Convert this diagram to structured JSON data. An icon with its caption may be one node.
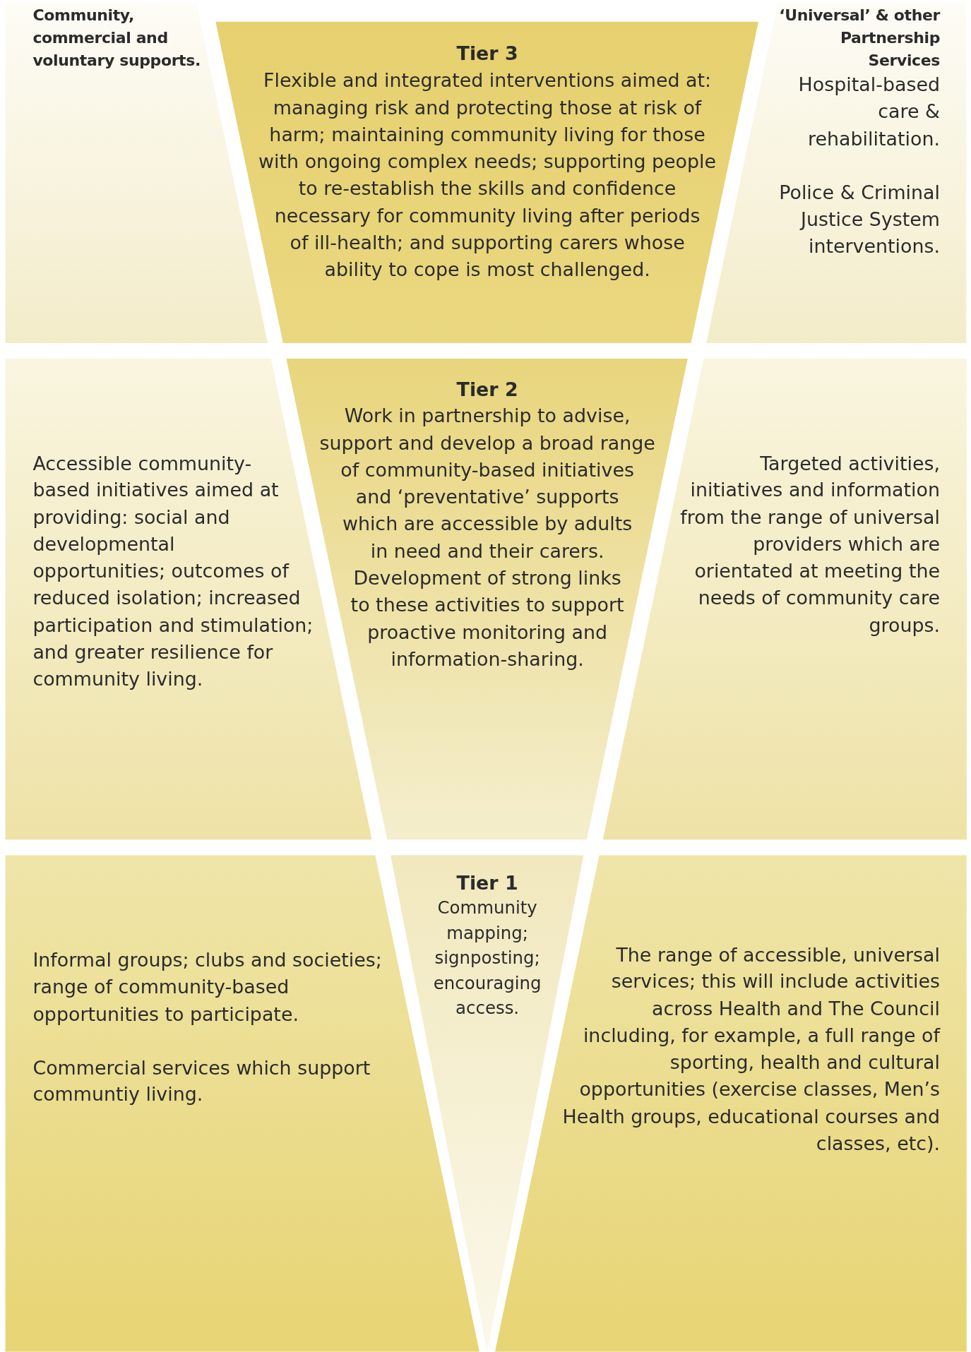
{
  "diagram": {
    "nodes": [
      {
        "text": [
          "Community, commercial and voluntary supports."
        ]
      },
      {
        "text": [
          "Tier 3",
          "Flexible and integrated interventions aimed at: managing risk and protecting those at risk of harm; maintaining community living for those with ongoing complex needs; supporting people to re-establish the skills and confidence necessary for community living after periods of ill-health; and supporting carers whose ability to cope is most challenged."
        ]
      },
      {
        "text": [
          "‘Universal’ & other Partnership Services",
          "Hospital-based care & rehabilitation.",
          "Police & Criminal Justice System interventions."
        ]
      },
      {
        "text": [
          "Accessible community-based initiatives aimed at providing: social and developmental opportunities; outcomes of reduced isolation; increased participation and stimulation; and greater resilience for community living."
        ]
      },
      {
        "text": [
          "Tier 2",
          "Work in partnership to advise, support and develop a broad range of community-based initiatives and ‘preventative’ supports which are accessible by adults in need and their carers. Development of strong links to these activities to support proactive monitoring and information-sharing."
        ]
      },
      {
        "text": [
          "Targeted activities, initiatives and information from the range of universal providers which are orientated at meeting the needs of community care groups."
        ]
      },
      {
        "text": [
          "Informal groups; clubs and societies; range of community-based opportunities to participate.",
          "Commercial services which support communtiy living."
        ]
      },
      {
        "text": [
          "Tier 1",
          "Community mapping; signposting; encouraging access."
        ]
      },
      {
        "text": [
          "The range of accessible, universal services; this will include activities across Health and The Council including, for example, a full range of sporting, health and cultural opportunities (exercise classes, Men’s Health groups, educational courses and classes, etc)."
        ]
      }
    ]
  }
}
